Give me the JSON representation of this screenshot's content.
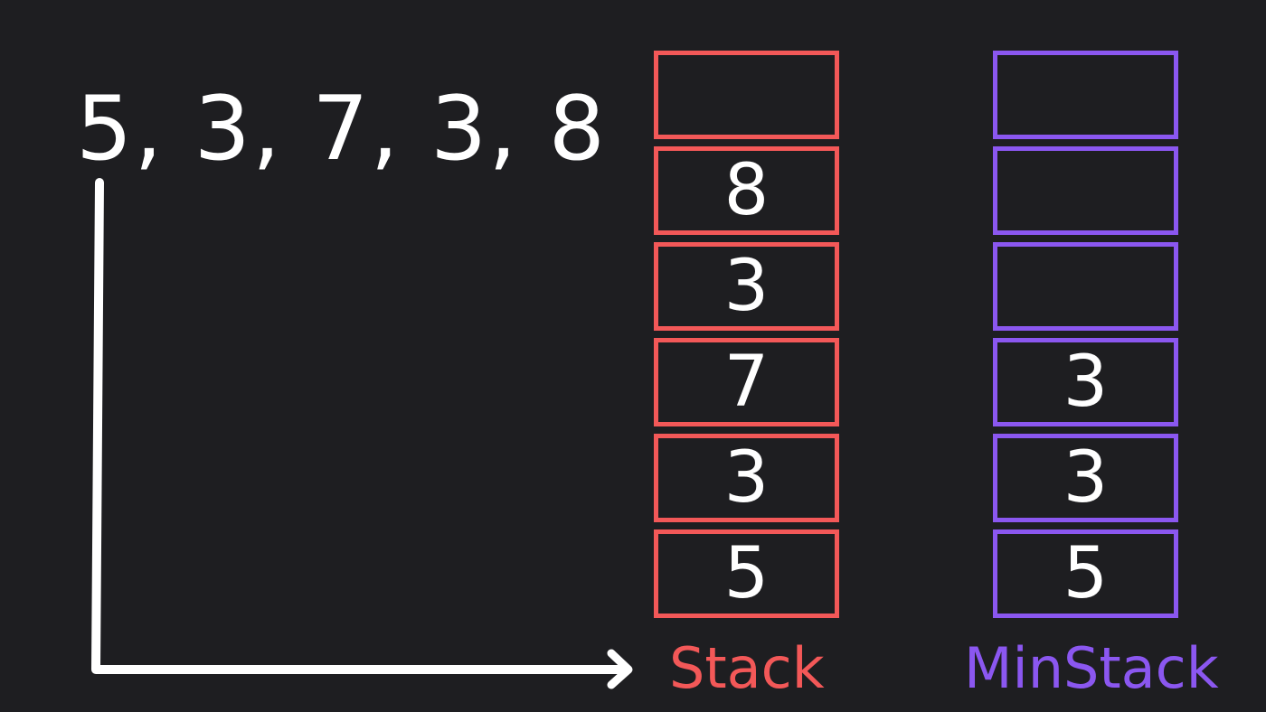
{
  "sequence": "5, 3, 7, 3, 8",
  "stack": {
    "label": "Stack",
    "color": "#f35858",
    "cells_top_to_bottom": [
      "",
      "8",
      "3",
      "7",
      "3",
      "5"
    ]
  },
  "minstack": {
    "label": "MinStack",
    "color": "#8b57f0",
    "cells_top_to_bottom": [
      "",
      "",
      "",
      "3",
      "3",
      "5"
    ]
  },
  "arrow_color": "#ffffff"
}
